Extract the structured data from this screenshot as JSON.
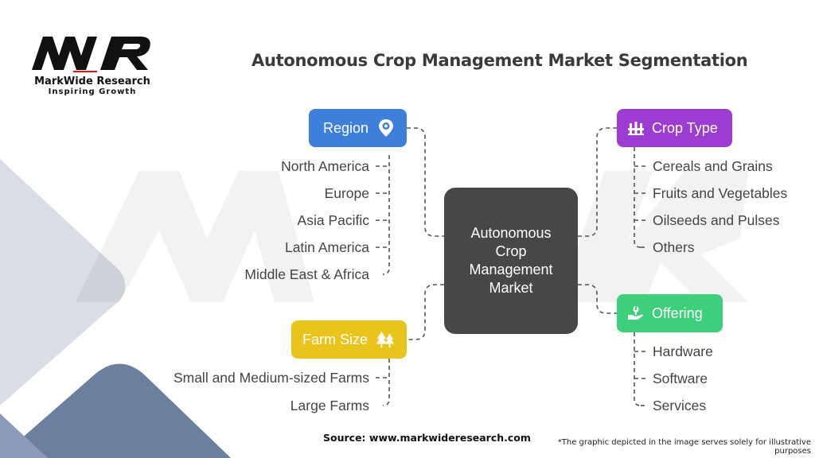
{
  "logo": {
    "name": "MarkWide Research",
    "tagline": "Inspiring Growth"
  },
  "title": "Autonomous Crop Management Market Segmentation",
  "center": "Autonomous Crop Management Market",
  "categories": {
    "region": {
      "label": "Region",
      "icon": "location-gear-icon",
      "color": "#3e7fdb",
      "items": [
        "North America",
        "Europe",
        "Asia Pacific",
        "Latin America",
        "Middle East & Africa"
      ]
    },
    "crop_type": {
      "label": "Crop Type",
      "icon": "farm-crop-icon",
      "color": "#9c3cd3",
      "items": [
        "Cereals and Grains",
        "Fruits and Vegetables",
        "Oilseeds and Pulses",
        "Others"
      ]
    },
    "farm_size": {
      "label": "Farm Size",
      "icon": "trees-icon",
      "color": "#e8c41c",
      "items": [
        "Small and Medium-sized Farms",
        "Large Farms"
      ]
    },
    "offering": {
      "label": "Offering",
      "icon": "hand-plant-icon",
      "color": "#3ecf7c",
      "items": [
        "Hardware",
        "Software",
        "Services"
      ]
    }
  },
  "source": "Source: www.markwideresearch.com",
  "note": "*The graphic depicted in the image serves solely for illustrative purposes"
}
